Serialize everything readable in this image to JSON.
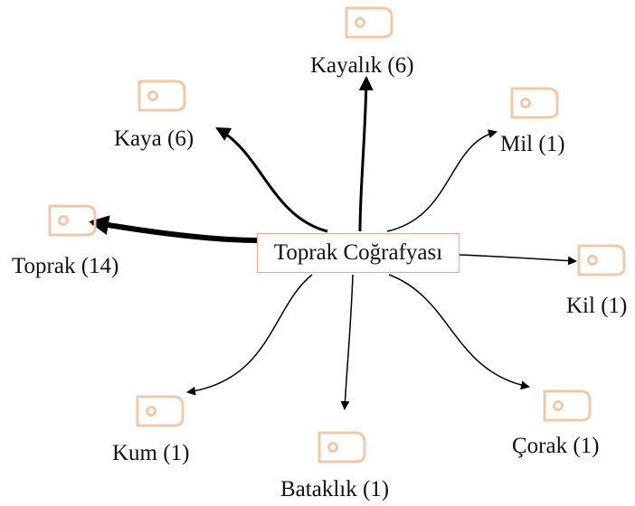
{
  "center": {
    "label": "Toprak Coğrafyası"
  },
  "nodes": [
    {
      "id": "kayalik",
      "label": "Kayalık (6)"
    },
    {
      "id": "kaya",
      "label": "Kaya (6)"
    },
    {
      "id": "mil",
      "label": "Mil (1)"
    },
    {
      "id": "toprak",
      "label": "Toprak (14)"
    },
    {
      "id": "kil",
      "label": "Kil (1)"
    },
    {
      "id": "kum",
      "label": "Kum (1)"
    },
    {
      "id": "bataklik",
      "label": "Bataklık (1)"
    },
    {
      "id": "corak",
      "label": "Çorak (1)"
    }
  ],
  "colors": {
    "icon": "#f2c9a8",
    "edge": "#000000",
    "center_border": "#e8a898"
  },
  "icon_name": "tag-icon"
}
